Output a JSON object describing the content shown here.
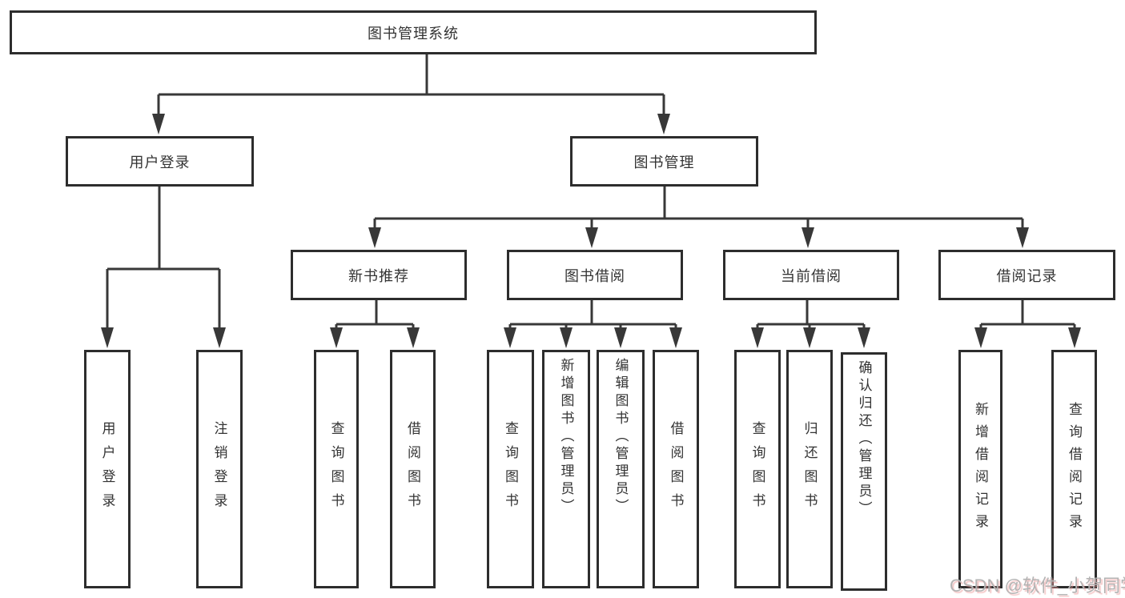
{
  "tree": {
    "root": {
      "label": "图书管理系统"
    },
    "branches": [
      {
        "label": "用户登录",
        "children": [
          {
            "label": "用户登录"
          },
          {
            "label": "注销登录"
          }
        ]
      },
      {
        "label": "图书管理",
        "groups": [
          {
            "label": "新书推荐",
            "children": [
              {
                "label": "查询图书"
              },
              {
                "label": "借阅图书"
              }
            ]
          },
          {
            "label": "图书借阅",
            "children": [
              {
                "label": "查询图书"
              },
              {
                "label": "新增图书（管理员）"
              },
              {
                "label": "编辑图书（管理员）"
              },
              {
                "label": "借阅图书"
              }
            ]
          },
          {
            "label": "当前借阅",
            "children": [
              {
                "label": "查询图书"
              },
              {
                "label": "归还图书"
              },
              {
                "label": "确认归还（管理员）"
              }
            ]
          },
          {
            "label": "借阅记录",
            "children": [
              {
                "label": "新增借阅记录"
              },
              {
                "label": "查询借阅记录"
              }
            ]
          }
        ]
      }
    ]
  },
  "watermark": {
    "text": "CSDN @软件_小贺同学"
  },
  "colors": {
    "line": "#383838",
    "box_border": "#2d2d2d",
    "text": "#333333",
    "watermark": "#b3b3b3",
    "background": "#ffffff"
  }
}
